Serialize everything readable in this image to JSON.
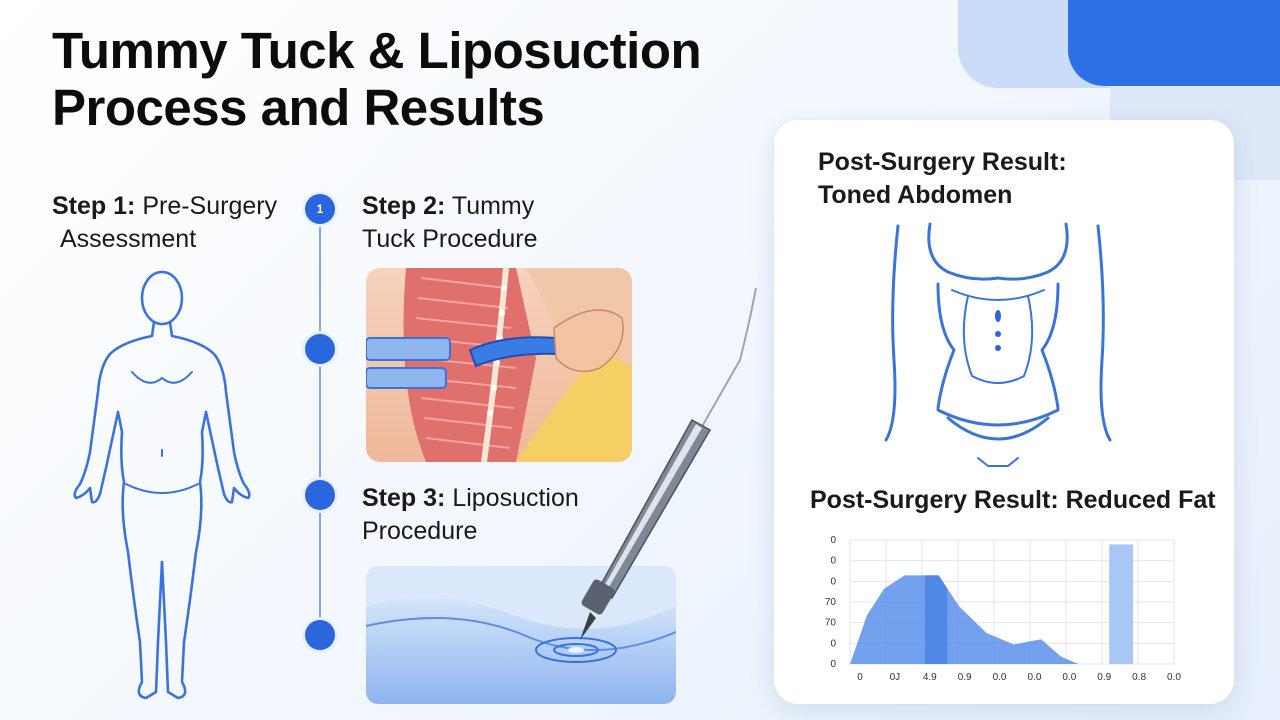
{
  "title": {
    "line1": "Tummy Tuck & Liposuction",
    "line2": "Process and Results"
  },
  "steps": [
    {
      "prefix": "Step 1:",
      "text_line1": "Pre-Surgery",
      "text_line2": "Assessment",
      "image": "body-outline-front"
    },
    {
      "prefix": "Step 2:",
      "text_line1": "Tummy",
      "text_line2": "Tuck Procedure",
      "image": "abdominal-muscle-surgery"
    },
    {
      "prefix": "Step 3:",
      "text_line1": "Liposuction",
      "text_line2": "Procedure",
      "image": "cannula-on-skin"
    }
  ],
  "timeline": {
    "markers": [
      "1",
      "",
      "",
      ""
    ]
  },
  "results": {
    "toned": {
      "title_line1": "Post-Surgery Result:",
      "title_line2": "Toned Abdomen",
      "image": "toned-torso-outline"
    },
    "reduced": {
      "title": "Post-Surgery Result: Reduced Fat"
    }
  },
  "colors": {
    "accent": "#2a66de",
    "accent_dark": "#1f5fe0",
    "area_fill": "#5b90ea",
    "bar_light": "#a9c7f4",
    "line_blue": "#3b73db"
  },
  "chart_data": {
    "type": "area",
    "title": "Post-Surgery Result: Reduced Fat",
    "x_ticks": [
      "0",
      "0J",
      "4.9",
      "0.9",
      "0.0",
      "0.0",
      "0.0",
      "0.9",
      "0.8",
      "0.0"
    ],
    "y_ticks": [
      "0",
      "0",
      "70",
      "70",
      "0",
      "0",
      "0"
    ],
    "area_points": [
      {
        "x": 0.0,
        "y": 0.0
      },
      {
        "x": 0.5,
        "y": 0.55
      },
      {
        "x": 1.0,
        "y": 0.85
      },
      {
        "x": 1.6,
        "y": 1.0
      },
      {
        "x": 2.2,
        "y": 1.0
      },
      {
        "x": 2.6,
        "y": 1.0
      },
      {
        "x": 3.2,
        "y": 0.65
      },
      {
        "x": 4.0,
        "y": 0.35
      },
      {
        "x": 4.8,
        "y": 0.22
      },
      {
        "x": 5.6,
        "y": 0.28
      },
      {
        "x": 6.2,
        "y": 0.08
      },
      {
        "x": 6.7,
        "y": 0.0
      }
    ],
    "highlight_band": {
      "x_start": 2.2,
      "x_end": 2.85
    },
    "bar": {
      "x_start": 7.6,
      "x_end": 8.3,
      "y": 1.35
    },
    "xlim": [
      0,
      9.5
    ],
    "ylim": [
      0,
      1.4
    ],
    "grid": true
  }
}
